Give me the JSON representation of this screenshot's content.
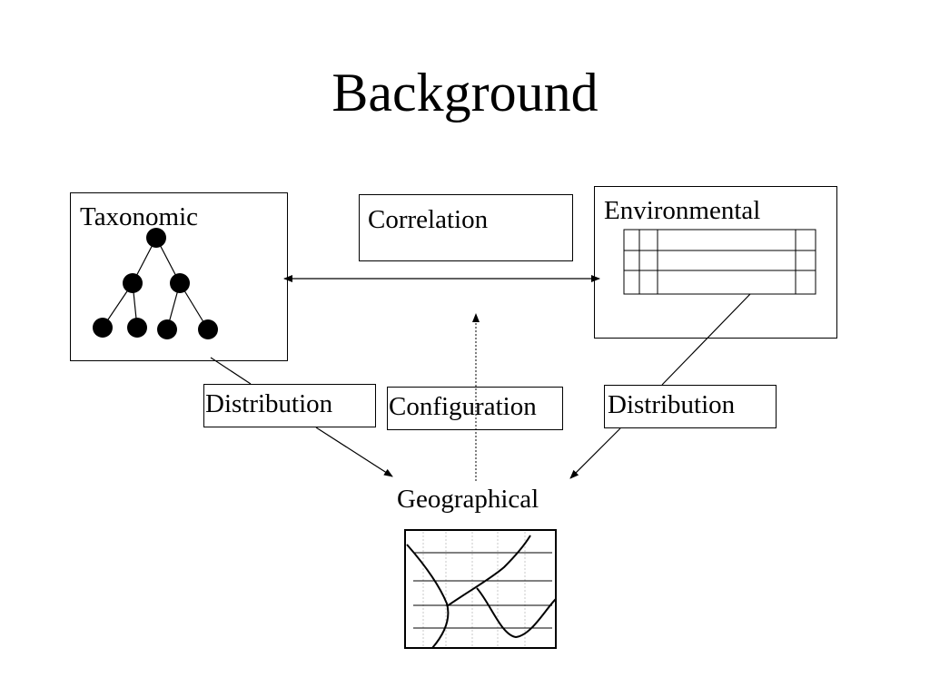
{
  "slide": {
    "title": "Background"
  },
  "diagram": {
    "taxonomic": {
      "label": "Taxonomic"
    },
    "correlation": {
      "label": "Correlation"
    },
    "environmental": {
      "label": "Environmental"
    },
    "distribution_left": {
      "label": "Distribution"
    },
    "configuration": {
      "label": "Configuration"
    },
    "distribution_right": {
      "label": "Distribution"
    },
    "geographical": {
      "label": "Geographical"
    }
  }
}
